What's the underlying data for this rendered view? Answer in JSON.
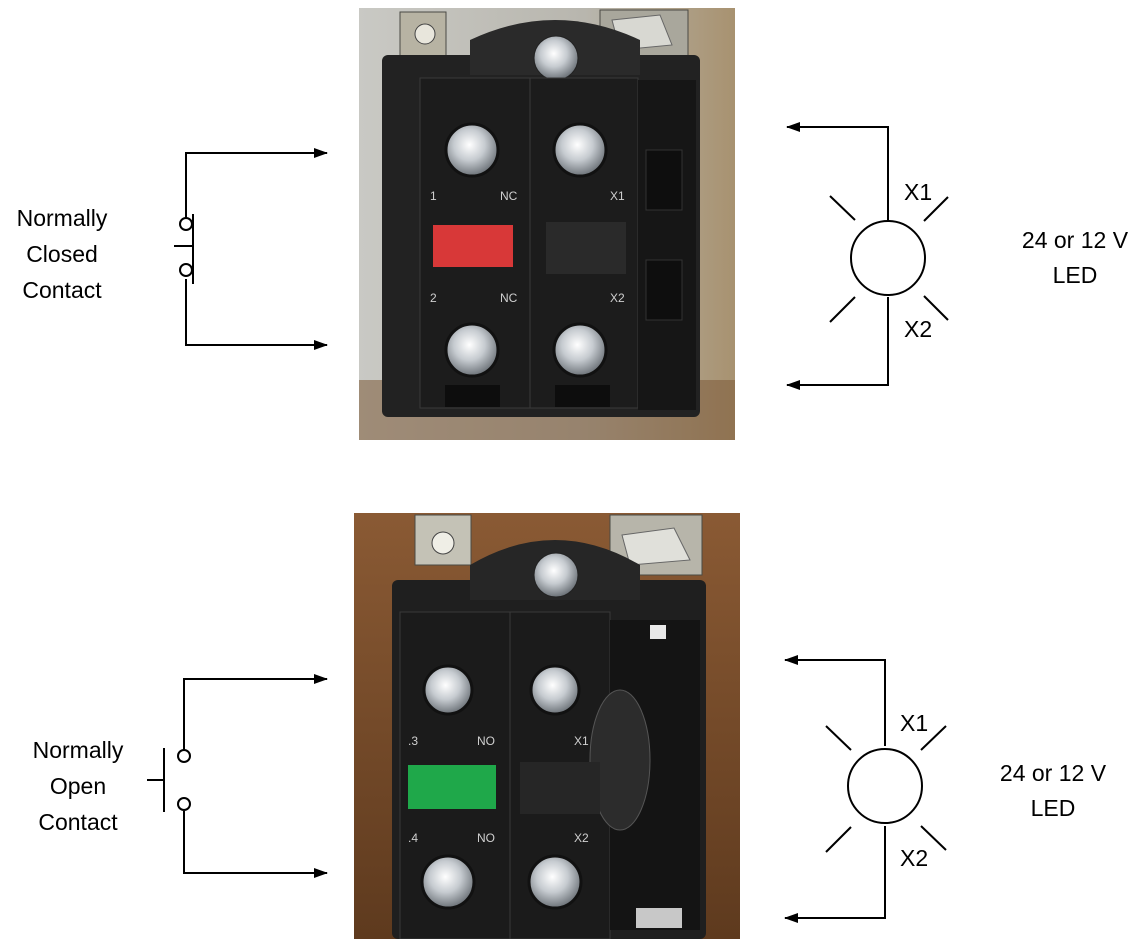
{
  "top": {
    "contact_label": [
      "Normally",
      "Closed",
      "Contact"
    ],
    "terminal_left_top": "1",
    "terminal_left_top_type": "NC",
    "terminal_left_bottom": "2",
    "terminal_left_bottom_type": "NC",
    "terminal_right_top": "X1",
    "terminal_right_bottom": "X2",
    "led_top": "X1",
    "led_bottom": "X2",
    "led_label": [
      "24 or 12 V",
      "LED"
    ],
    "indicator_color": "#d83838"
  },
  "bottom": {
    "contact_label": [
      "Normally",
      "Open",
      "Contact"
    ],
    "terminal_left_top": ".3",
    "terminal_left_top_type": "NO",
    "terminal_left_bottom": ".4",
    "terminal_left_bottom_type": "NO",
    "terminal_right_top": "X1",
    "terminal_right_bottom": "X2",
    "led_top": "X1",
    "led_bottom": "X2",
    "led_label": [
      "24 or 12 V",
      "LED"
    ],
    "indicator_color": "#1fa84a"
  }
}
